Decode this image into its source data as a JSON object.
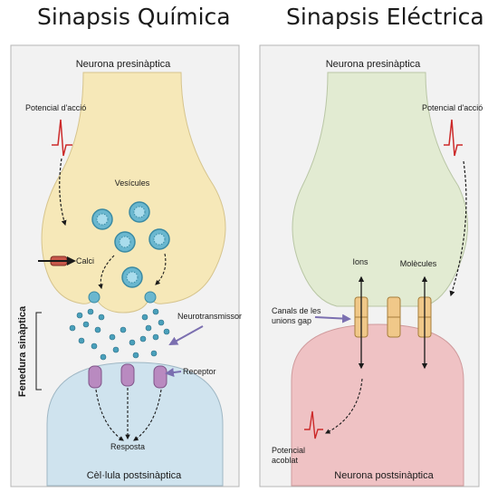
{
  "left_panel": {
    "title": "Sinapsis Química",
    "presynaptic_label": "Neurona presinàptica",
    "postsynaptic_label": "Cèl·lula postsinàptica",
    "action_potential_label": "Potencial d'acció",
    "vesicles_label": "Vesícules",
    "calcium_label": "Calci",
    "neurotransmitter_label": "Neurotransmissor",
    "receptor_label": "Receptor",
    "response_label": "Resposta",
    "cleft_label": "Fenedura sinàptica"
  },
  "right_panel": {
    "title": "Sinapsis Eléctrica",
    "presynaptic_label": "Neurona presinàptica",
    "postsynaptic_label": "Neurona postsinàptica",
    "action_potential_label": "Potencial d'acció",
    "ions_label": "Ions",
    "molecules_label": "Molècules",
    "gap_junction_label_line1": "Canals de les",
    "gap_junction_label_line2": "unions gap",
    "coupled_potential_label_line1": "Potencial",
    "coupled_potential_label_line2": "acoblat"
  },
  "colors": {
    "presynaptic_left": "#f6e8b8",
    "presynaptic_right": "#e2ebd2",
    "postsynaptic_left": "#cfe3ee",
    "postsynaptic_right": "#efc2c4",
    "panel_bg": "#f2f2f2",
    "vesicle": "#6ab7cf",
    "receptor": "#b98ac0",
    "channel": "#f0c889",
    "pointer_arrow": "#7b6fb0",
    "spike": "#cc2a2a"
  }
}
